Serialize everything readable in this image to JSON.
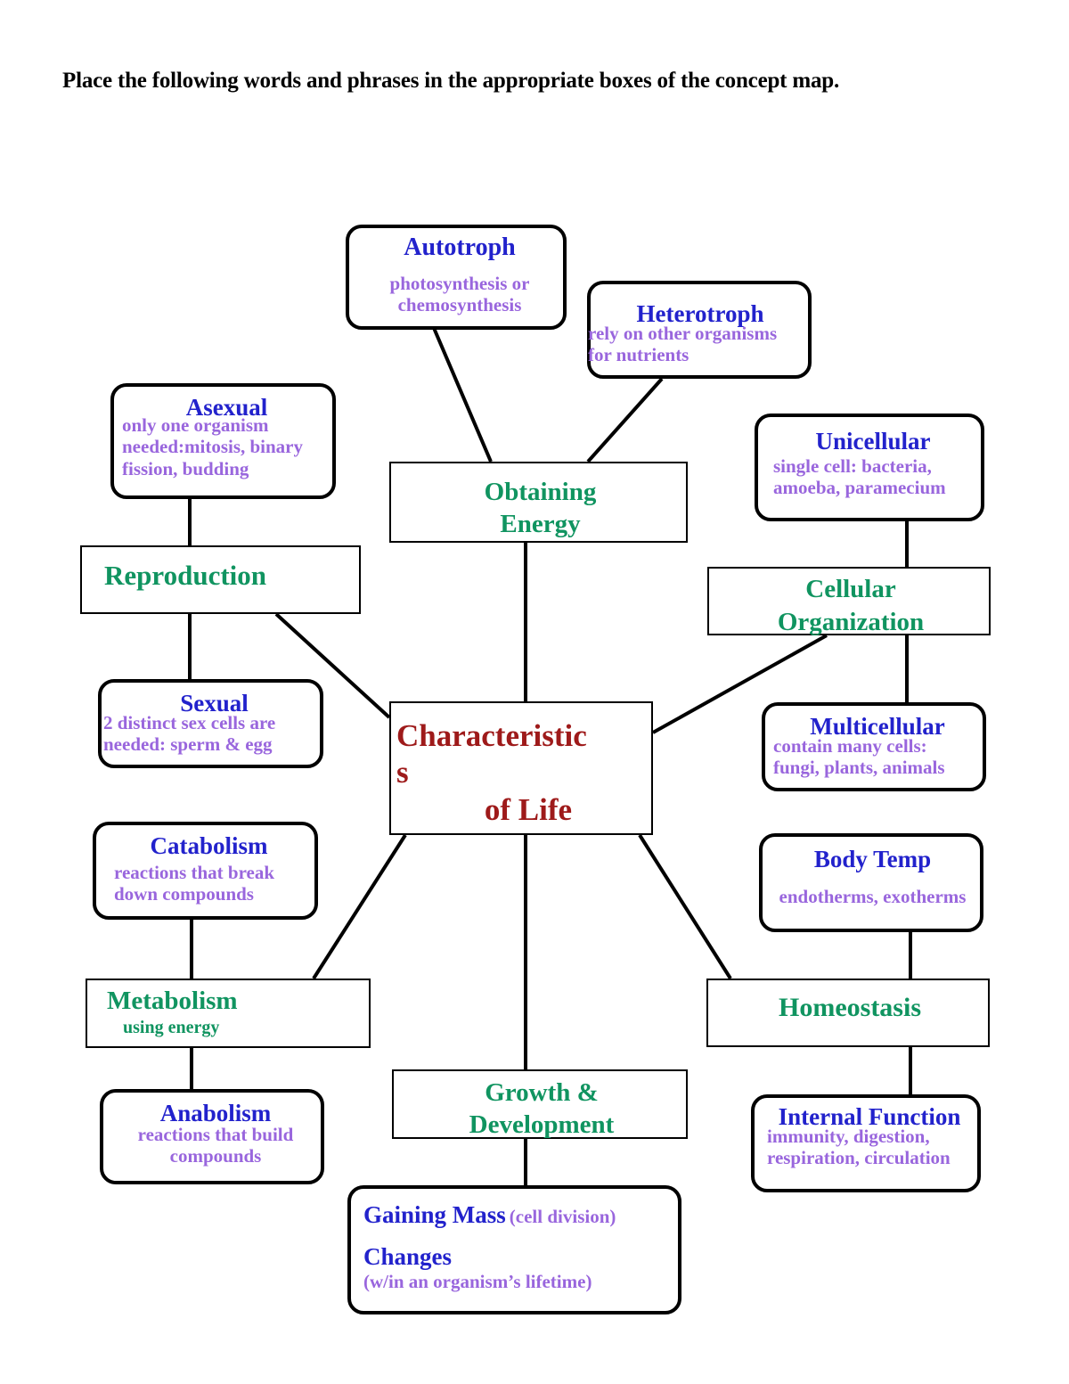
{
  "instructions": "Place the following words and phrases in the appropriate boxes of the concept map.",
  "colors": {
    "title_blue": "#2222CC",
    "description_purple": "#9966DD",
    "concept_green": "#109460",
    "center_red": "#9E1A1A",
    "border_black": "#000000",
    "background": "#FFFFFF"
  },
  "center": {
    "line1": "Characteristic",
    "line2": "s",
    "line3": "of Life"
  },
  "concepts": {
    "obtaining_energy": {
      "line1": "Obtaining",
      "line2": "Energy"
    },
    "reproduction": {
      "line1": "Reproduction"
    },
    "cellular_organization": {
      "line1": "Cellular",
      "line2": "Organization"
    },
    "metabolism": {
      "line1": "Metabolism",
      "sub": "using energy"
    },
    "growth_development": {
      "line1": "Growth &",
      "line2": "Development"
    },
    "homeostasis": {
      "line1": "Homeostasis"
    }
  },
  "details": {
    "autotroph": {
      "title": "Autotroph",
      "desc_line1": "photosynthesis or",
      "desc_line2": "chemosynthesis"
    },
    "heterotroph": {
      "title": "Heterotroph",
      "desc_line1": "rely on other organisms",
      "desc_line2": "for nutrients"
    },
    "asexual": {
      "title": "Asexual",
      "desc_line1": "only one organism",
      "desc_line2": "needed:mitosis, binary",
      "desc_line3": "fission, budding"
    },
    "sexual": {
      "title": "Sexual",
      "desc_line1": "2 distinct sex cells are",
      "desc_line2": "needed: sperm & egg"
    },
    "unicellular": {
      "title": "Unicellular",
      "desc_line1": "single cell: bacteria,",
      "desc_line2": "amoeba, paramecium"
    },
    "multicellular": {
      "title": "Multicellular",
      "desc_line1": "contain many cells:",
      "desc_line2": "fungi, plants, animals"
    },
    "catabolism": {
      "title": "Catabolism",
      "desc_line1": "reactions that break",
      "desc_line2": "down compounds"
    },
    "anabolism": {
      "title": "Anabolism",
      "desc_line1": "reactions that build",
      "desc_line2": "compounds"
    },
    "body_temp": {
      "title": "Body Temp",
      "desc_line1": "endotherms, exotherms"
    },
    "internal_function": {
      "title": "Internal Function",
      "desc_line1": "immunity, digestion,",
      "desc_line2": "respiration, circulation"
    },
    "growth_detail": {
      "title1": "Gaining Mass",
      "title1_note": "(cell division)",
      "title2": "Changes",
      "title2_note": "(w/in an organism’s lifetime)"
    }
  },
  "connections": [
    {
      "from": "autotroph",
      "to": "obtaining-energy"
    },
    {
      "from": "heterotroph",
      "to": "obtaining-energy"
    },
    {
      "from": "obtaining-energy",
      "to": "characteristics-of-life"
    },
    {
      "from": "asexual",
      "to": "reproduction"
    },
    {
      "from": "reproduction",
      "to": "sexual"
    },
    {
      "from": "reproduction",
      "to": "characteristics-of-life"
    },
    {
      "from": "unicellular",
      "to": "cellular-organization"
    },
    {
      "from": "cellular-organization",
      "to": "multicellular"
    },
    {
      "from": "cellular-organization",
      "to": "characteristics-of-life"
    },
    {
      "from": "catabolism",
      "to": "metabolism"
    },
    {
      "from": "metabolism",
      "to": "anabolism"
    },
    {
      "from": "metabolism",
      "to": "characteristics-of-life"
    },
    {
      "from": "characteristics-of-life",
      "to": "growth-development"
    },
    {
      "from": "growth-development",
      "to": "growth-detail"
    },
    {
      "from": "characteristics-of-life",
      "to": "homeostasis"
    },
    {
      "from": "homeostasis",
      "to": "internal-function"
    },
    {
      "from": "body-temp",
      "to": "homeostasis"
    }
  ]
}
